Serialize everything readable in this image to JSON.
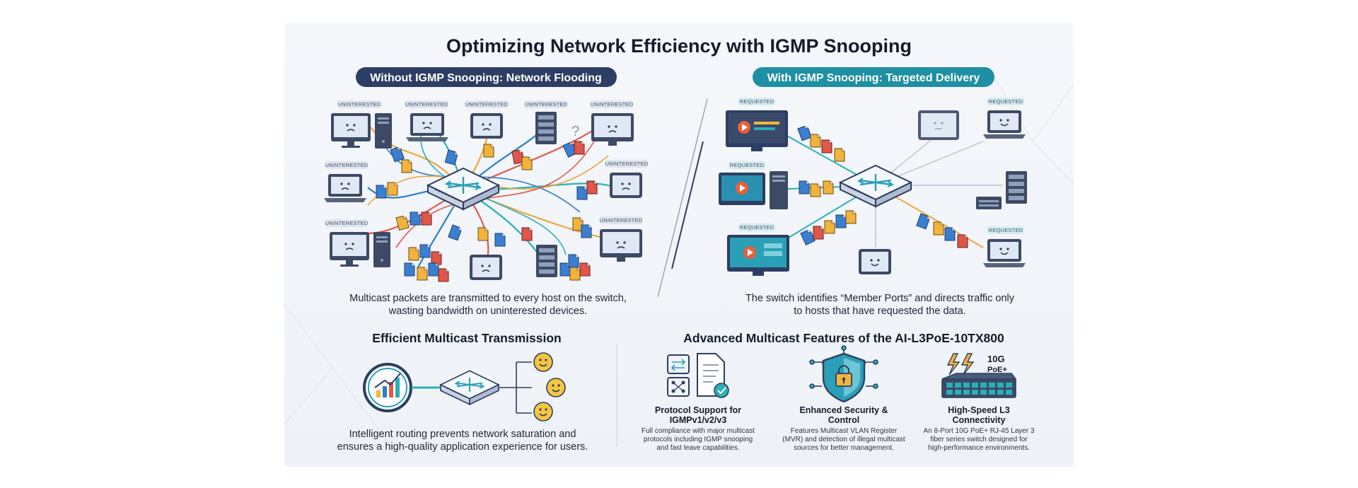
{
  "title": "Optimizing Network Efficiency with IGMP Snooping",
  "without": {
    "pill": "Without IGMP Snooping: Network Flooding",
    "host_tag": "UNINTERESTED",
    "question_mark": "?",
    "caption": [
      "Multicast packets are transmitted to every host on the switch,",
      "wasting bandwidth on uninterested devices."
    ]
  },
  "with": {
    "pill": "With IGMP Snooping: Targeted Delivery",
    "host_tag": "REQUESTED",
    "caption": [
      "The switch identifies “Member Ports” and directs traffic only",
      "to hosts that have requested the data."
    ]
  },
  "efficient": {
    "heading": "Efficient Multicast Transmission",
    "caption": [
      "Intelligent routing prevents network saturation and",
      "ensures a high-quality application experience for users."
    ]
  },
  "features": {
    "heading": "Advanced Multicast Features of the AI-L3PoE-10TX800",
    "items": [
      {
        "title": [
          "Protocol Support for",
          "IGMPv1/v2/v3"
        ],
        "desc": [
          "Full compliance with major multicast",
          "protocols including IGMP snooping",
          "and fast leave capabilities."
        ],
        "icon": "protocol-document-icon"
      },
      {
        "title": [
          "Enhanced Security &",
          "Control"
        ],
        "desc": [
          "Features Multicast VLAN Register",
          "(MVR) and detection of illegal multicast",
          "sources for better management."
        ],
        "icon": "shield-lock-icon"
      },
      {
        "title": [
          "High-Speed L3",
          "Connectivity"
        ],
        "desc": [
          "An 8-Port 10G PoE+ RJ-45 Layer 3",
          "fiber series switch designed for",
          "high-performance environments."
        ],
        "icon": "poe-switch-icon",
        "badge": [
          "10G",
          "PoE+"
        ]
      }
    ]
  },
  "colors": {
    "navy": "#2c3e63",
    "teal": "#1f8fa3",
    "line_orange": "#f0a63a",
    "line_blue": "#2d7fc4",
    "line_red": "#e05a4a",
    "line_teal": "#2bb0b8"
  }
}
